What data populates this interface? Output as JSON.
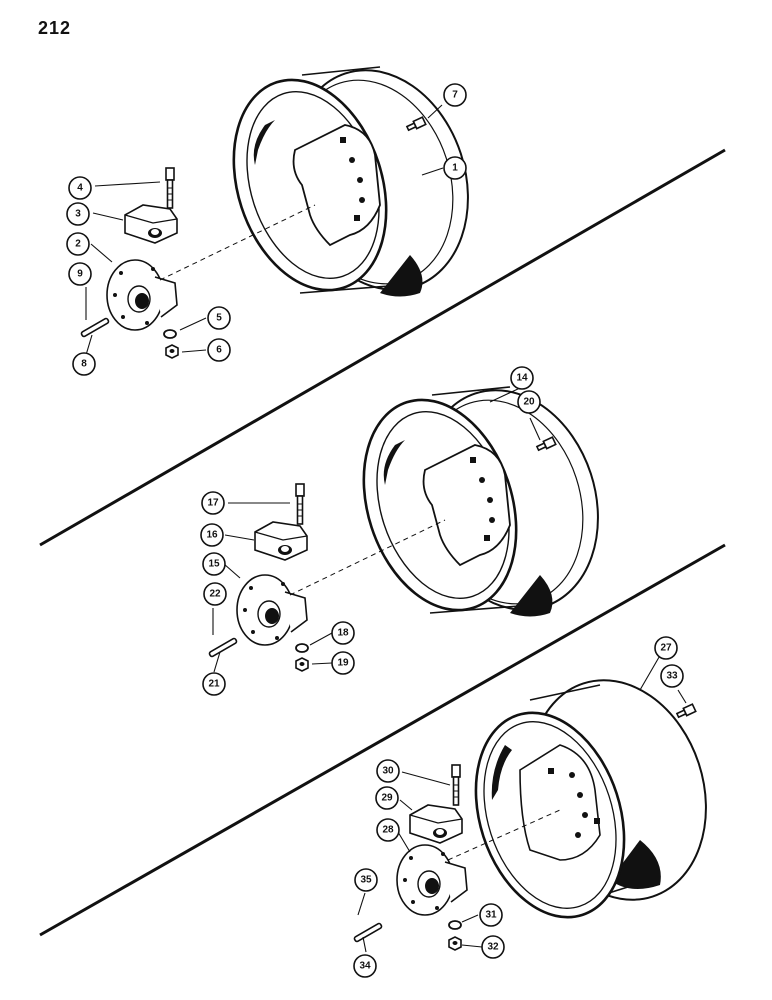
{
  "page": {
    "number": "212"
  },
  "callouts": [
    {
      "key": "c1",
      "label": "1"
    },
    {
      "key": "c2",
      "label": "2"
    },
    {
      "key": "c3",
      "label": "3"
    },
    {
      "key": "c4",
      "label": "4"
    },
    {
      "key": "c5",
      "label": "5"
    },
    {
      "key": "c6",
      "label": "6"
    },
    {
      "key": "c7",
      "label": "7"
    },
    {
      "key": "c8",
      "label": "8"
    },
    {
      "key": "c9",
      "label": "9"
    },
    {
      "key": "c14",
      "label": "14"
    },
    {
      "key": "c15",
      "label": "15"
    },
    {
      "key": "c16",
      "label": "16"
    },
    {
      "key": "c17",
      "label": "17"
    },
    {
      "key": "c18",
      "label": "18"
    },
    {
      "key": "c19",
      "label": "19"
    },
    {
      "key": "c20",
      "label": "20"
    },
    {
      "key": "c21",
      "label": "21"
    },
    {
      "key": "c22",
      "label": "22"
    },
    {
      "key": "c27",
      "label": "27"
    },
    {
      "key": "c28",
      "label": "28"
    },
    {
      "key": "c29",
      "label": "29"
    },
    {
      "key": "c30",
      "label": "30"
    },
    {
      "key": "c31",
      "label": "31"
    },
    {
      "key": "c32",
      "label": "32"
    },
    {
      "key": "c33",
      "label": "33"
    },
    {
      "key": "c34",
      "label": "34"
    },
    {
      "key": "c35",
      "label": "35"
    }
  ]
}
